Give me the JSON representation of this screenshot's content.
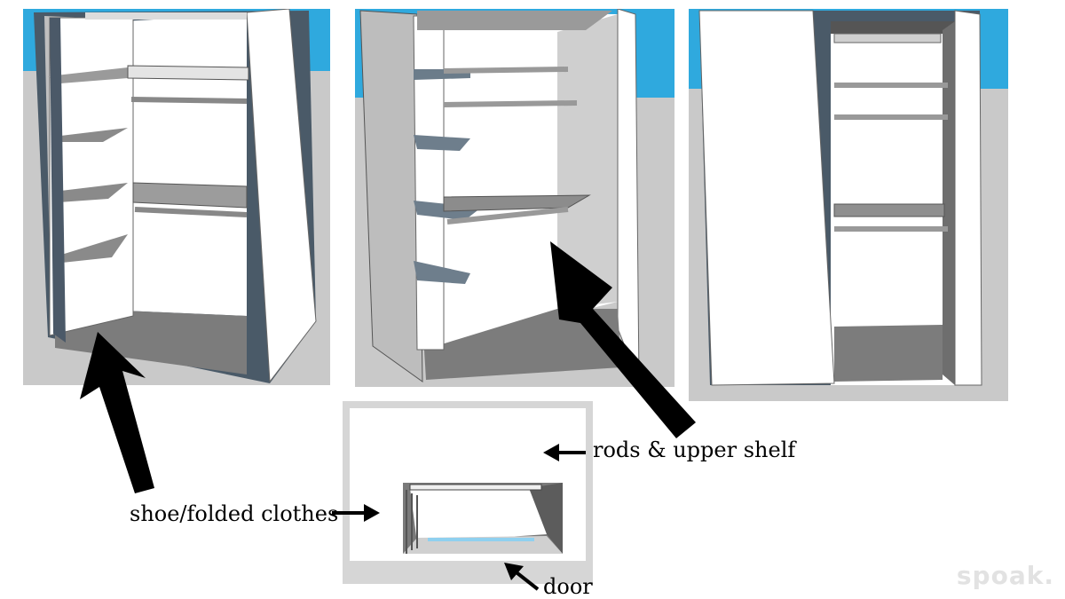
{
  "labels": {
    "rods": "rods & upper shelf",
    "shoe": "shoe/folded clothes",
    "door": "door"
  },
  "watermark": "spoak.",
  "colors": {
    "sky": "#29a8e0",
    "ground": "#c8c8c8",
    "panel_white": "#ffffff",
    "panel_grey": "#bdbdbd",
    "panel_dark": "#7a7a7a",
    "edge": "#3a4a5a",
    "arrow": "#000000"
  }
}
